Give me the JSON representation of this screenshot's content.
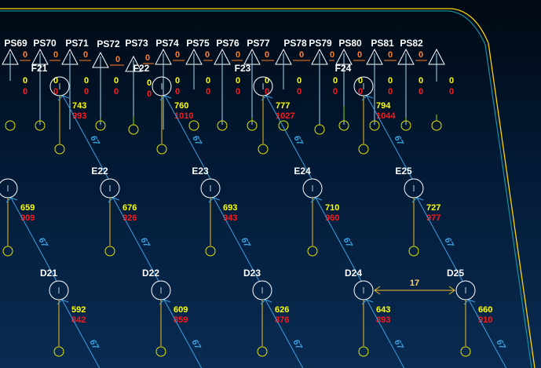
{
  "ps_labels": [
    "PS69",
    "PS70",
    "PS71",
    "PS72",
    "PS73",
    "PS74",
    "PS75",
    "PS76",
    "PS77",
    "PS78",
    "PS79",
    "PS80",
    "PS81",
    "PS82"
  ],
  "ps_flow_values": [
    "0",
    "0",
    "0",
    "0",
    "0",
    "0",
    "0",
    "0",
    "0",
    "0",
    "0",
    "0",
    "0",
    "0"
  ],
  "ps_readings": [
    {
      "y": "0",
      "r": "0"
    },
    {
      "y": "0",
      "r": "0"
    },
    {
      "y": "0",
      "r": "0"
    },
    {
      "y": "0",
      "r": "0"
    },
    {
      "y": "0",
      "r": "0"
    },
    {
      "y": "0",
      "r": "0"
    },
    {
      "y": "0",
      "r": "0"
    },
    {
      "y": "0",
      "r": "0"
    },
    {
      "y": "0",
      "r": "0"
    },
    {
      "y": "0",
      "r": "0"
    },
    {
      "y": "0",
      "r": "0"
    },
    {
      "y": "0",
      "r": "0"
    },
    {
      "y": "0",
      "r": "0"
    },
    {
      "y": "0",
      "r": "0"
    },
    {
      "y": "0",
      "r": "0"
    }
  ],
  "f_nodes": [
    {
      "name": "F21",
      "v1": "743",
      "v2": "993"
    },
    {
      "name": "F22",
      "v1": "760",
      "v2": "1010"
    },
    {
      "name": "F23",
      "v1": "777",
      "v2": "1027"
    },
    {
      "name": "F24",
      "v1": "794",
      "v2": "1044"
    }
  ],
  "e_nodes": [
    {
      "name": "",
      "v1": "659",
      "v2": "909"
    },
    {
      "name": "E22",
      "v1": "676",
      "v2": "926"
    },
    {
      "name": "E23",
      "v1": "693",
      "v2": "943"
    },
    {
      "name": "E24",
      "v1": "710",
      "v2": "960"
    },
    {
      "name": "E25",
      "v1": "727",
      "v2": "977"
    }
  ],
  "d_nodes": [
    {
      "name": "D21",
      "v1": "592",
      "v2": "842"
    },
    {
      "name": "D22",
      "v1": "609",
      "v2": "859"
    },
    {
      "name": "D23",
      "v1": "626",
      "v2": "876"
    },
    {
      "name": "D24",
      "v1": "643",
      "v2": "893"
    },
    {
      "name": "D25",
      "v1": "660",
      "v2": "910"
    }
  ],
  "link_label": "67",
  "tie_label": "17",
  "colors": {
    "yellow": "#ffff00",
    "red": "#ff1a1a",
    "orange": "#ff7f2a",
    "blue": "#3aa0e0",
    "white": "#ffffff",
    "border_yellow": "#ffd400",
    "border_teal": "#128a9a"
  }
}
